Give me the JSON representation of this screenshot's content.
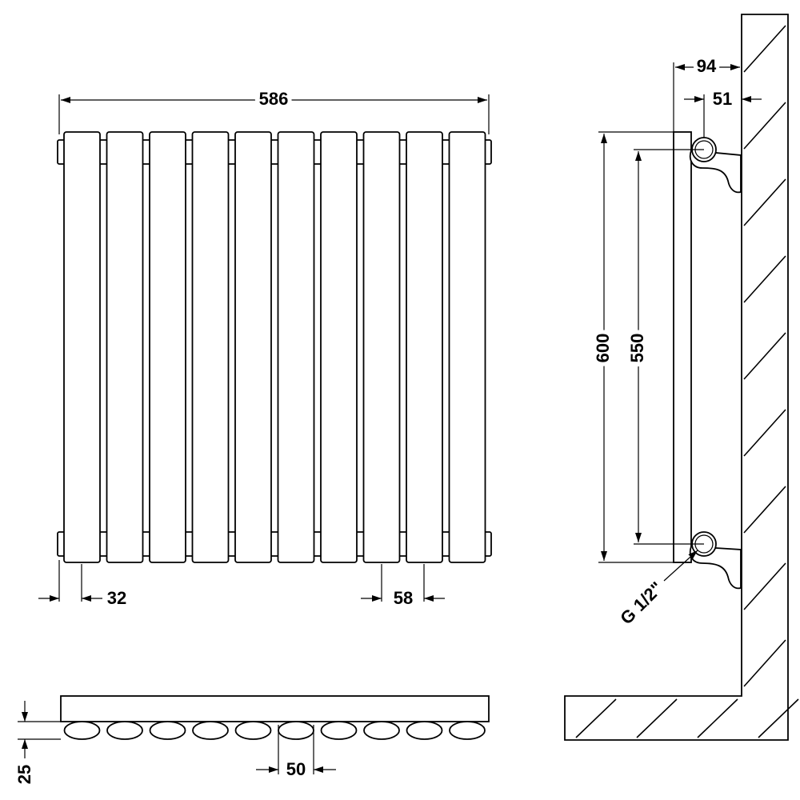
{
  "dimensions": {
    "overall_width": "586",
    "end_offset": "32",
    "tube_pitch": "58",
    "overall_height": "600",
    "pipe_centres": "550",
    "projection": "94",
    "wall_to_pipe": "51",
    "depth": "25",
    "tube_width": "50",
    "connection_size": "G 1/2\""
  },
  "tube_count": 10
}
